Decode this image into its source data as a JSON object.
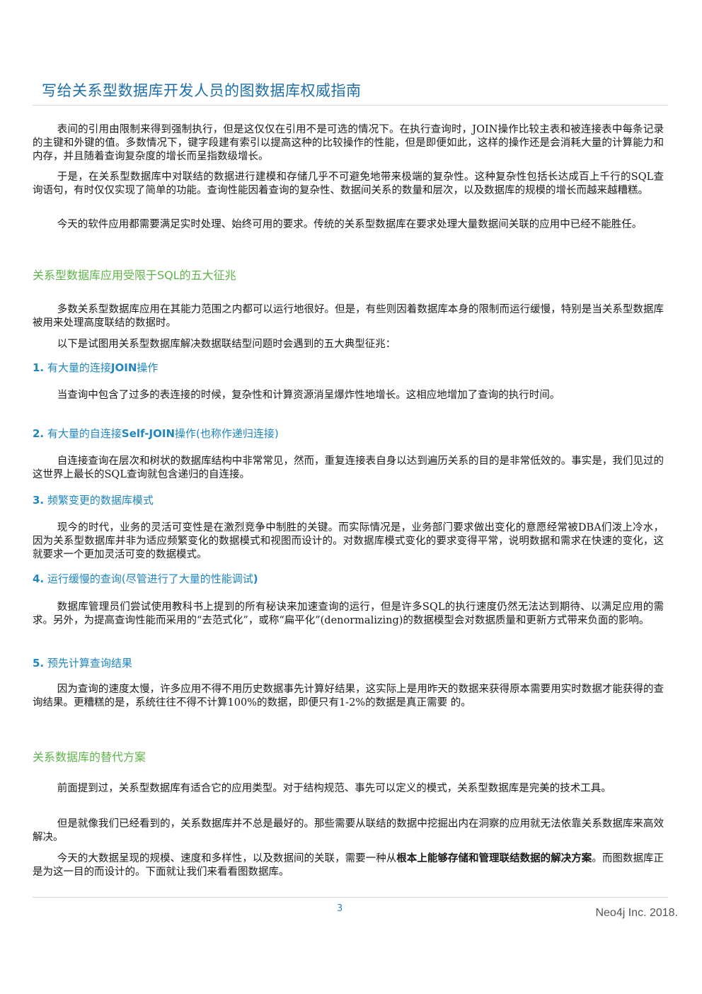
{
  "header": {
    "title": "写给关系型数据库开发人员的图数据库权威指南"
  },
  "intro": {
    "p1": "表间的引用由限制来得到强制执行，但是这仅仅在引用不是可选的情况下。在执行查询时，JOIN操作比较主表和被连接表中每条记录的主键和外键的值。多数情况下，键字段建有索引以提高这种的比较操作的性能，但是即便如此，这样的操作还是会消耗大量的计算能力和内存，并且随着查询复杂度的增长而呈指数级增长。",
    "p2": "于是，在关系型数据库中对联结的数据进行建模和存储几乎不可避免地带来极端的复杂性。这种复杂性包括长达成百上千行的SQL查询语句，有时仅仅实现了简单的功能。查询性能因着查询的复杂性、数据间关系的数量和层次，以及数据库的规模的增长而越来越糟糕。",
    "p3": "今天的软件应用都需要满足实时处理、始终可用的要求。传统的关系型数据库在要求处理大量数据间关联的应用中已经不能胜任。"
  },
  "section1": {
    "heading": "关系型数据库应用受限于SQL的五大征兆",
    "p1": "多数关系型数据库应用在其能力范围之内都可以运行地很好。但是，有些则因着数据库本身的限制而运行缓慢，特别是当关系型数据库被用来处理高度联结的数据时。",
    "p2": "以下是试图用关系型数据库解决数据联结型问题时会遇到的五大典型征兆：",
    "items": [
      {
        "num": "1.",
        "pre": " 有大量的连接",
        "bold": "JOIN",
        "post": "操作",
        "body": "当查询中包含了过多的表连接的时候，复杂性和计算资源消呈爆炸性地增长。这相应地增加了查询的执行时间。"
      },
      {
        "num": "2.",
        "pre": " 有大量的自连接",
        "bold": "Self-JOIN",
        "post": "操作(也称作递归连接)",
        "body": "自连接查询在层次和树状的数据库结构中非常常见，然而，重复连接表自身以达到遍历关系的目的是非常低效的。事实是，我们见过的这世界上最长的SQL查询就包含递归的自连接。"
      },
      {
        "num": "3.",
        "pre": " 频繁变更的数据库模式",
        "bold": "",
        "post": "",
        "body": "现今的时代，业务的灵活可变性是在激烈竞争中制胜的关键。而实际情况是，业务部门要求做出变化的意愿经常被DBA们泼上冷水，因为关系型数据库并非为适应频繁变化的数据模式和视图而设计的。对数据库模式变化的要求变得平常，说明数据和需求在快速的变化，这就要求一个更加灵活可变的数据模式。"
      },
      {
        "num": "4.",
        "pre": " 运行缓慢的查询(尽管进行了大量的性能调试",
        "bold": ")",
        "post": "",
        "body": "数据库管理员们尝试使用教科书上提到的所有秘诀来加速查询的运行，但是许多SQL的执行速度仍然无法达到期待、以满足应用的需求。另外，为提高查询性能而采用的“去范式化”，或称“扁平化”(denormalizing)的数据模型会对数据质量和更新方式带来负面的影响。"
      },
      {
        "num": "5.",
        "pre": " 预先计算查询结果",
        "bold": "",
        "post": "",
        "body": "因为查询的速度太慢，许多应用不得不用历史数据事先计算好结果，这实际上是用昨天的数据来获得原本需要用实时数据才能获得的查询结果。更糟糕的是，系统往往不得不计算100%的数据，即便只有1-2%的数据是真正需要 的。"
      }
    ]
  },
  "section2": {
    "heading": "关系数据库的替代方案",
    "p1": "前面提到过，关系型数据库有适合它的应用类型。对于结构规范、事先可以定义的模式，关系型数据库是完美的技术工具。",
    "p2": "但是就像我们已经看到的，关系数据库并不总是最好的。那些需要从联结的数据中挖掘出内在洞察的应用就无法依靠关系数据库来高效解决。",
    "p3_pre": "今天的大数据呈现的规模、速度和多样性，以及数据间的关联，需要一种从",
    "p3_bold": "根本上能够存储和管理联结数据的解决方案",
    "p3_post": "。而图数据库正是为这一目的而设计的。下面就让我们来看看图数据库。"
  },
  "footer": {
    "page_number": "3",
    "company": "Neo4j Inc. 2018."
  }
}
